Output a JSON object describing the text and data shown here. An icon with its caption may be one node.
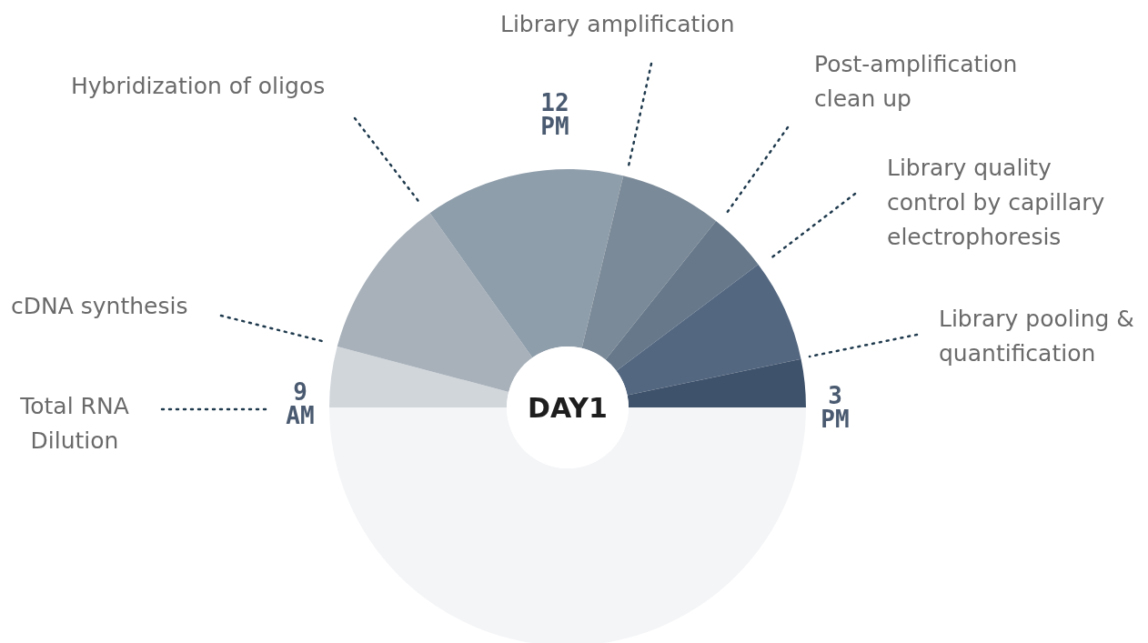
{
  "diagram": {
    "nodes": [
      {
        "text": [
          "Total RNA Dilution"
        ]
      },
      {
        "text": [],
        "shape": "wedge"
      },
      {
        "text": [
          "cDNA synthesis"
        ]
      },
      {
        "text": [],
        "shape": "wedge"
      },
      {
        "text": [
          "Hybridization of oligos"
        ]
      },
      {
        "text": [],
        "shape": "wedge"
      },
      {
        "text": [
          "Library amplification"
        ]
      },
      {
        "text": [],
        "shape": "wedge"
      },
      {
        "text": [
          "Post-amplification clean up"
        ]
      },
      {
        "text": [],
        "shape": "wedge"
      },
      {
        "text": [
          "Library quality control by capillary electrophoresis"
        ]
      },
      {
        "text": [],
        "shape": "wedge"
      },
      {
        "text": [
          "Library pooling & quantification"
        ]
      },
      {
        "text": [],
        "shape": "wedge"
      },
      {
        "text": [
          "DAY1"
        ]
      }
    ],
    "edges": [
      {
        "from": 0,
        "to": null,
        "arrow": "none",
        "style": "dashed"
      },
      {
        "from": 2,
        "to": 3,
        "arrow": "none",
        "style": "dashed"
      },
      {
        "from": 4,
        "to": 5,
        "arrow": "none",
        "style": "dashed"
      },
      {
        "from": 6,
        "to": 7,
        "arrow": "none",
        "style": "dashed"
      },
      {
        "from": 8,
        "to": 9,
        "arrow": "none",
        "style": "dashed"
      },
      {
        "from": 10,
        "to": 11,
        "arrow": "none",
        "style": "dashed"
      },
      {
        "from": 12,
        "to": 13,
        "arrow": "none",
        "style": "dashed"
      }
    ],
    "labels": [
      "12 PM",
      "9 AM",
      "3 PM"
    ]
  }
}
